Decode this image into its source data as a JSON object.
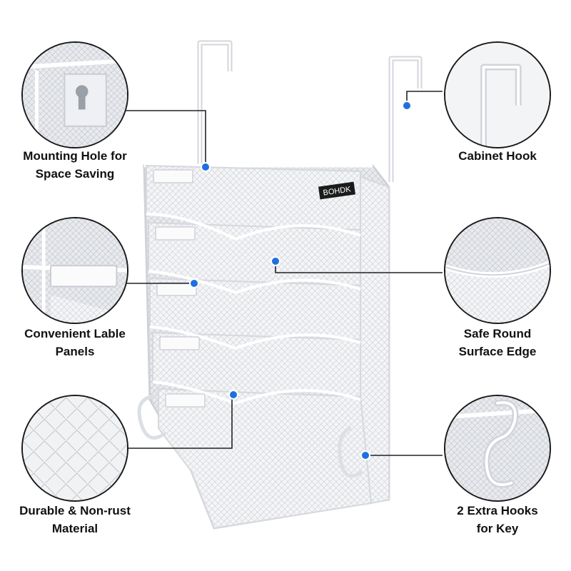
{
  "brand": "BOHDK",
  "colors": {
    "dot": "#1e6fe0",
    "line": "#222222",
    "product": "#f4f5f7",
    "mesh": "#c9ccd2"
  },
  "features": [
    {
      "line1": "Mounting Hole for",
      "line2": "Space Saving",
      "icon": "keyhole-mount-icon"
    },
    {
      "line1": "Cabinet Hook",
      "line2": "",
      "icon": "cabinet-hook-icon"
    },
    {
      "line1": "Convenient Lable",
      "line2": "Panels",
      "icon": "label-panel-icon"
    },
    {
      "line1": "Safe Round",
      "line2": "Surface Edge",
      "icon": "round-edge-icon"
    },
    {
      "line1": "Durable & Non-rust",
      "line2": "Material",
      "icon": "wire-mesh-icon"
    },
    {
      "line1": "2 Extra Hooks",
      "line2": "for Key",
      "icon": "s-hook-icon"
    }
  ]
}
